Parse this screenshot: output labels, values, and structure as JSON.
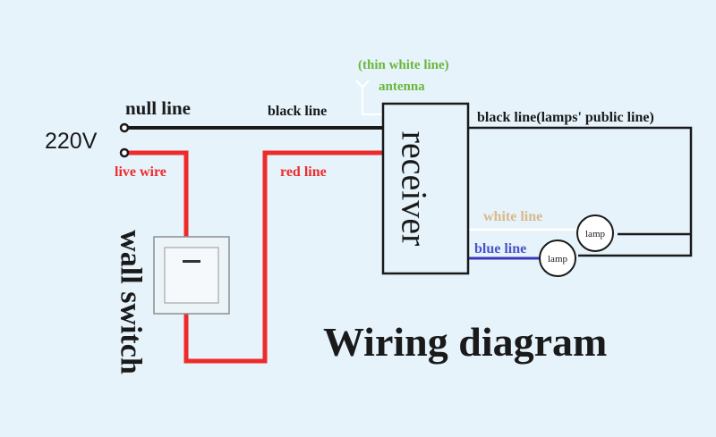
{
  "labels": {
    "antenna_note": "(thin white line)",
    "antenna": "antenna",
    "null_line": "null line",
    "voltage": "220V",
    "live_wire": "live wire",
    "black_line": "black line",
    "red_line": "red line",
    "receiver": "receiver",
    "lamps_public_line": "black line(lamps' public line)",
    "white_line": "white line",
    "blue_line": "blue line",
    "lamp_1": "lamp",
    "lamp_2": "lamp",
    "wall_switch": "wall switch",
    "title": "Wiring diagram"
  },
  "colors": {
    "background": "#e6f3fb",
    "black_wire": "#1a1a1a",
    "red_wire": "#ee2b2b",
    "white_wire": "#ffffff",
    "blue_wire": "#3a36b8",
    "green_text": "#6ab73a",
    "tan_text": "#d9b98a",
    "blue_text": "#4a52c8"
  }
}
